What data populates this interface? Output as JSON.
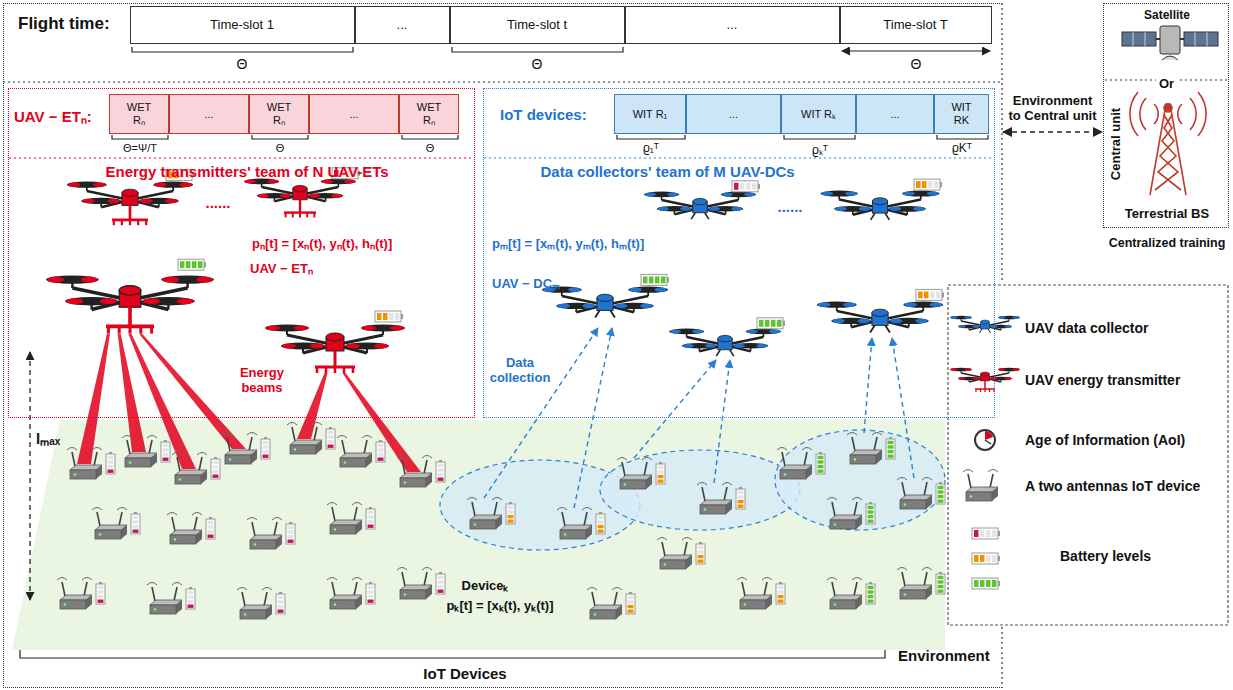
{
  "diagram": {
    "nodes": [
      {
        "text": [
          "Environment"
        ]
      },
      {
        "text": [
          "Time-slot 1"
        ],
        "in": 0
      },
      {
        "text": [
          "..."
        ],
        "in": 0
      },
      {
        "text": [
          "Time-slot t"
        ],
        "in": 0
      },
      {
        "text": [
          "..."
        ],
        "in": 0
      },
      {
        "text": [
          "Time-slot T"
        ],
        "in": 0
      },
      {
        "text": [
          "Energy transmitters' team of N UAV-ETs"
        ],
        "in": 0
      },
      {
        "text": [
          "WET Rₙ"
        ],
        "in": 6
      },
      {
        "text": [
          "..."
        ],
        "in": 6
      },
      {
        "text": [
          "WET Rₙ"
        ],
        "in": 6
      },
      {
        "text": [
          "..."
        ],
        "in": 6
      },
      {
        "text": [
          "WET Rₙ"
        ],
        "in": 6
      },
      {
        "text": [
          "Data collectors' team of M UAV-DCs"
        ],
        "in": 0
      },
      {
        "text": [
          "WIT R₁"
        ],
        "in": 12
      },
      {
        "text": [
          "..."
        ],
        "in": 12
      },
      {
        "text": [
          "WIT Rₖ"
        ],
        "in": 12
      },
      {
        "text": [
          "..."
        ],
        "in": 12
      },
      {
        "text": [
          "WIT RK"
        ],
        "in": 12
      },
      {
        "text": [
          "Satellite",
          "Or",
          "Terrestrial BS",
          "Central unit",
          "Centralized training"
        ]
      }
    ],
    "edges": [
      {
        "from": 0,
        "to": 18,
        "arrow": "both",
        "label": "Environment to Central unit"
      }
    ],
    "labels": [
      "Flight time:",
      "Θ",
      "Θ",
      "Θ",
      "UAV − ETₙ:",
      "Θ=Ψ/T",
      "Θ",
      "Θ",
      "IoT devices:",
      "ϱ₁ᵀ",
      "ϱₖᵀ",
      "ϱKᵀ",
      "......",
      "pₙ[t] = [xₙ(t), yₙ(t), hₙ(t)]",
      "UAV − ETₙ",
      "Energy beams",
      "lₘₐₓ",
      "......",
      "pₘ[t] = [xₘ(t), yₘ(t), hₘ(t)]",
      "UAV − DCₘ",
      "Data collection",
      "Deviceₖ",
      "pₖ[t] = [xₖ(t), yₖ(t)]",
      "IoT Devices"
    ],
    "legend": [
      {
        "text": "UAV data collector"
      },
      {
        "text": "UAV energy transmitter"
      },
      {
        "text": "Age of Information (AoI)"
      },
      {
        "text": "A two antennas IoT device"
      },
      {
        "text": "Battery levels"
      }
    ]
  }
}
